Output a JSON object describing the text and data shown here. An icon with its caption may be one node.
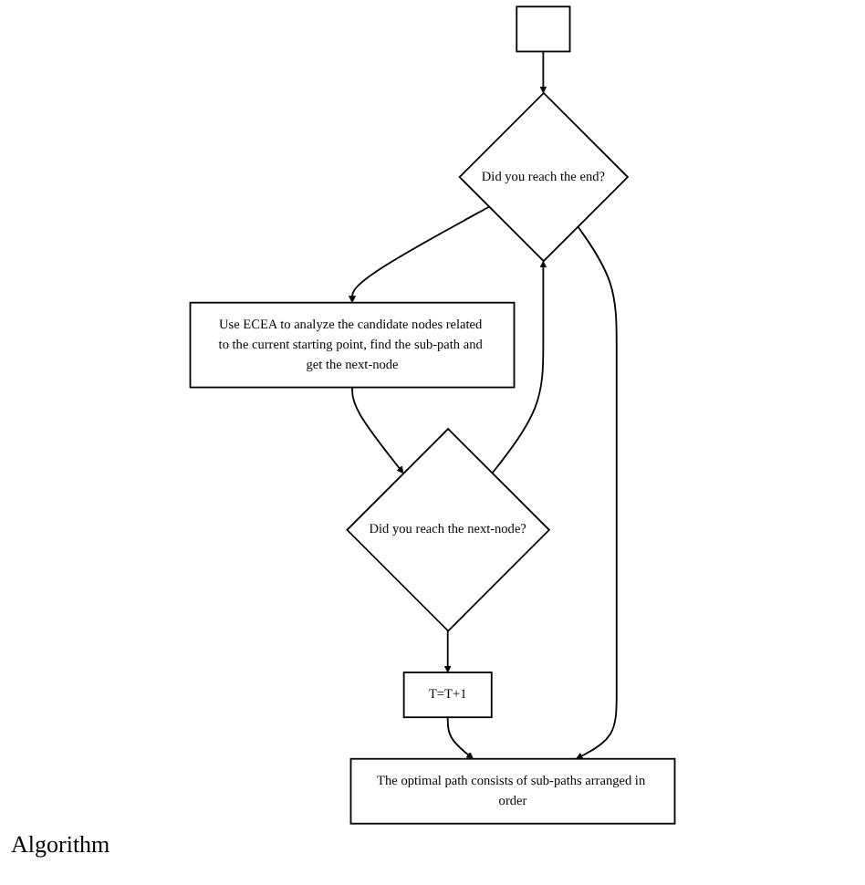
{
  "diagram": {
    "caption": "Algorithm",
    "nodes": [
      {
        "text": [],
        "shape": "box"
      },
      {
        "text": [
          "Did you reach the end?"
        ]
      },
      {
        "text": [
          "Use ECEA to analyze the candidate nodes related to the current starting point, find the sub-path and get the next-node"
        ]
      },
      {
        "text": [
          "Did you reach the next-node?"
        ]
      },
      {
        "text": [
          "T=T+1"
        ]
      },
      {
        "text": [
          "The optimal path consists of sub-paths arranged in order"
        ]
      }
    ],
    "edges": [
      {
        "from": 0,
        "to": 1,
        "arrow": "to"
      },
      {
        "from": 1,
        "to": 2,
        "arrow": "to"
      },
      {
        "from": 2,
        "to": 3,
        "arrow": "to"
      },
      {
        "from": 3,
        "to": 4,
        "arrow": "to"
      },
      {
        "from": 4,
        "to": 5,
        "arrow": "to"
      },
      {
        "from": 1,
        "to": 5,
        "arrow": "to"
      },
      {
        "from": 3,
        "to": 1,
        "arrow": "to"
      }
    ]
  }
}
